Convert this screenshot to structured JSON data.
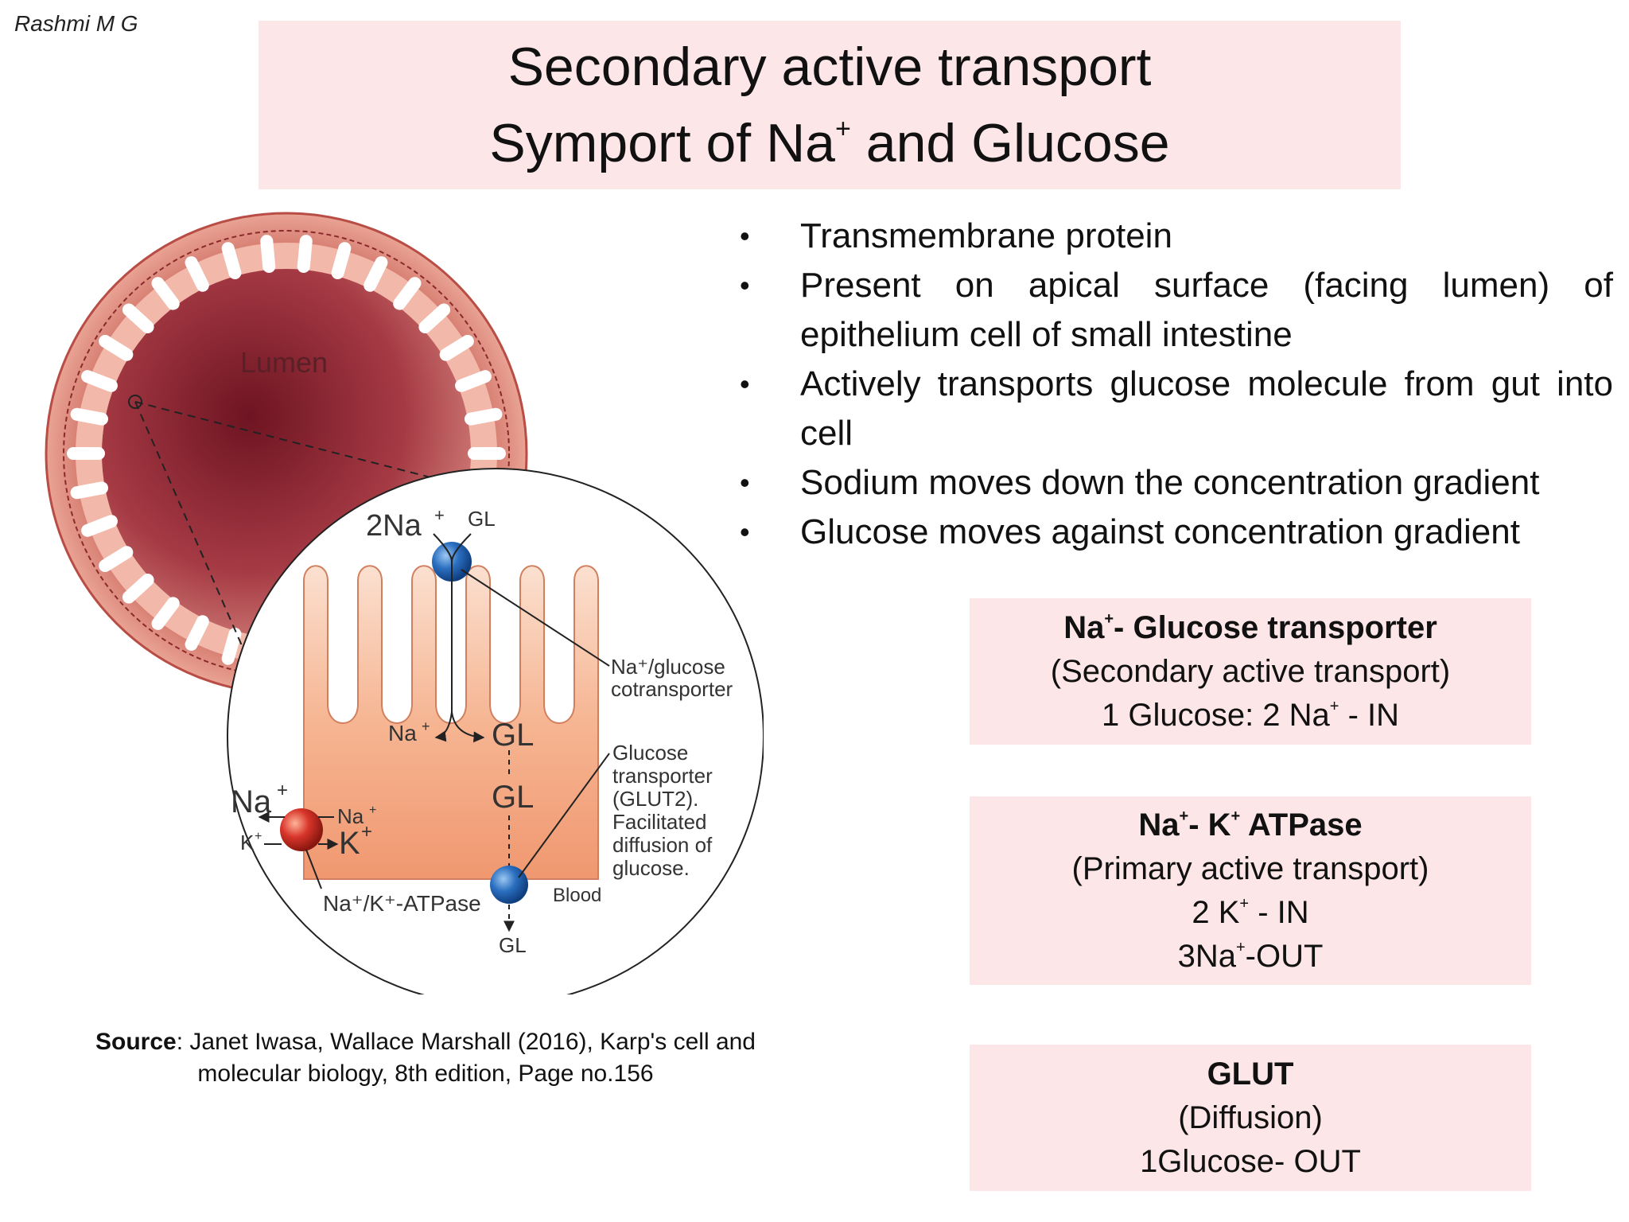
{
  "author": "Rashmi M G",
  "title": {
    "line1": "Secondary active transport",
    "line2_pre": "Symport of Na",
    "line2_sup": "+",
    "line2_post": " and Glucose"
  },
  "bullets": [
    "Transmembrane protein",
    "Present on apical surface (facing lumen) of epithelium cell of small intestine",
    "Actively transports glucose molecule from gut into cell",
    "Sodium moves down the concentration gradient",
    "Glucose moves against concentration gradient"
  ],
  "boxes": {
    "sglt": {
      "head_pre": "Na",
      "head_sup": "+",
      "head_post": "- Glucose transporter",
      "line2": "(Secondary active transport)",
      "line3_pre": "1 Glucose: 2 Na",
      "line3_sup": "+",
      "line3_post": " - IN"
    },
    "atpase": {
      "head_pre": "Na",
      "head_sup1": "+",
      "head_mid": "- K",
      "head_sup2": "+",
      "head_post": " ATPase",
      "line2": "(Primary active transport)",
      "line3_pre": "2 K",
      "line3_sup": "+",
      "line3_post": " - IN",
      "line4_pre": "3Na",
      "line4_sup": "+",
      "line4_post": "-OUT"
    },
    "glut": {
      "head": "GLUT",
      "line2": "(Diffusion)",
      "line3": "1Glucose- OUT"
    }
  },
  "diagram": {
    "lumen": "Lumen",
    "two_na": "2Na",
    "gl_top": "GL",
    "cotransporter_1": "Na⁺/glucose",
    "cotransporter_2": "cotransporter",
    "na_in": "Na",
    "gl_in": "GL",
    "gl_mid": "GL",
    "glut_label": [
      "Glucose",
      "transporter",
      "(GLUT2).",
      "Facilitated",
      "diffusion of",
      "glucose."
    ],
    "na_out": "Na",
    "na_small": "Na",
    "k_small": "K",
    "k_big": "K",
    "sup_plus": "+",
    "atpase_label": "Na⁺/K⁺-ATPase",
    "blood": "Blood",
    "gl_bottom": "GL"
  },
  "source": {
    "label": "Source",
    "text": ": Janet Iwasa, Wallace Marshall (2016), Karp's cell and molecular biology, 8th edition, Page no.156"
  },
  "colors": {
    "title_bg": "#fde6e7",
    "box_bg": "#fde6e7",
    "lumen_dark": "#8e2430",
    "cell_orange": "#f2a07a",
    "transporter_blue": "#2b6fc0",
    "atpase_red": "#d8352a"
  }
}
